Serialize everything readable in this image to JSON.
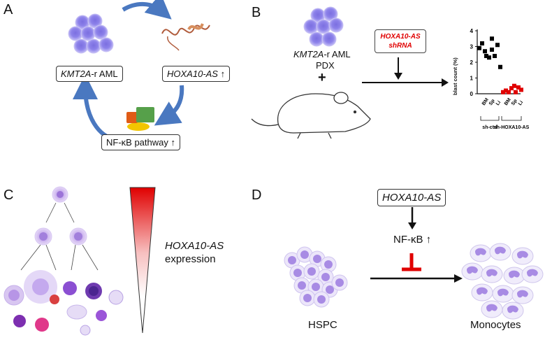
{
  "panel_a": {
    "label": "A",
    "box_aml_gene": "KMT2A",
    "box_aml_rest": "-r AML",
    "box_hoxa": "HOXA10-AS",
    "box_nfkb": "NF-κB pathway",
    "up_arrow": "↑"
  },
  "panel_b": {
    "label": "B",
    "aml_gene": "KMT2A",
    "aml_rest": "-r AML",
    "pdx": "PDX",
    "plus": "+",
    "shrna_line1": "HOXA10-AS",
    "shrna_line2": "shRNA",
    "chart_data": {
      "type": "scatter",
      "ylabel": "blast count (%)",
      "ylim": [
        0,
        4
      ],
      "yticks": [
        "0",
        "1",
        "2",
        "3",
        "4"
      ],
      "categories": [
        "BM",
        "Sp",
        "Li",
        "BM",
        "Sp",
        "Li"
      ],
      "groups": [
        "sh-ctrl",
        "sh-HOXA10-AS"
      ],
      "colors": {
        "ctrl": "#000000",
        "kd": "#e00000"
      },
      "series": [
        {
          "values": [
            [
              2.9,
              3.2,
              2.7
            ],
            [
              2.4,
              2.3,
              3.5
            ],
            [
              2.8,
              2.4,
              3.1,
              1.7
            ]
          ]
        },
        {
          "values": [
            [
              0.1,
              0.2
            ],
            [
              0.1,
              0.35,
              0.5
            ],
            [
              0.1,
              0.4,
              0.25
            ]
          ]
        }
      ]
    }
  },
  "panel_c": {
    "label": "C",
    "expr_gene": "HOXA10-AS",
    "expr_word": "expression"
  },
  "panel_d": {
    "label": "D",
    "box_hoxa": "HOXA10-AS",
    "nfkb": "NF-κB",
    "up_arrow": "↑",
    "hspc": "HSPC",
    "monocytes": "Monocytes"
  }
}
